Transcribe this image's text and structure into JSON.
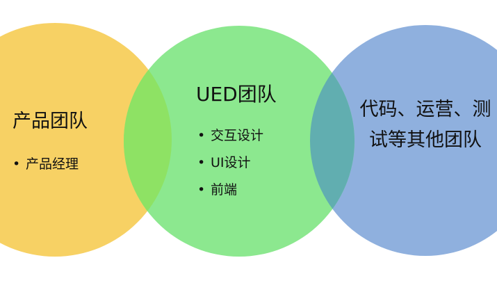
{
  "circles": [
    {
      "name": "left",
      "fill": "#F7D164"
    },
    {
      "name": "middle",
      "fill": "#8CE88F"
    },
    {
      "name": "right",
      "fill": "#8FB0DE"
    }
  ],
  "overlaps": {
    "left_middle": "#8EE264",
    "middle_right": "#61AEB0"
  },
  "left_group": {
    "title": "产品团队",
    "items": [
      "产品经理"
    ]
  },
  "middle_group": {
    "title": "UED团队",
    "items": [
      "交互设计",
      "UI设计",
      "前端"
    ]
  },
  "right_group": {
    "title": "代码、运营、测试等其他团队"
  }
}
